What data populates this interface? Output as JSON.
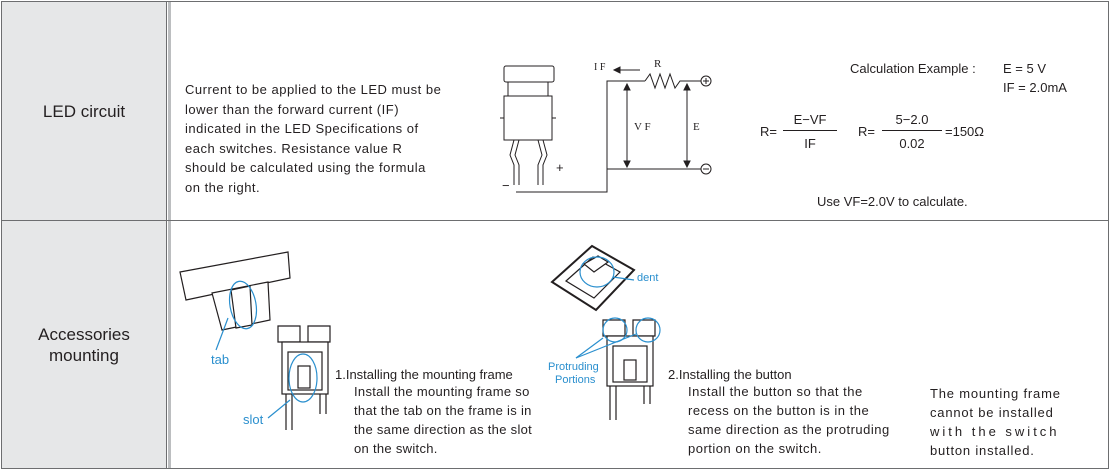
{
  "led_circuit": {
    "header": "LED circuit",
    "description": [
      "Current to be applied to the LED must be",
      "lower than the forward current (IF)",
      "indicated in the LED Specifications of",
      "each switches. Resistance value R",
      "should be calculated using the formula",
      "on the right."
    ],
    "diagram": {
      "if_label": "I F",
      "r_label": "R",
      "vf_label": "V F",
      "e_label": "E",
      "plus": "+",
      "minus": "−",
      "plus_terminal": "⊕",
      "minus_terminal": "⊖"
    },
    "calculation": {
      "title": "Calculation Example :",
      "e_value": "E = 5 V",
      "if_value": "IF = 2.0mA",
      "r1_lhs": "R=",
      "r1_num": "E−VF",
      "r1_den": "IF",
      "r2_lhs": "R=",
      "r2_num": "5−2.0",
      "r2_den": "0.02",
      "result": "=150Ω",
      "note": "Use VF=2.0V to calculate."
    }
  },
  "accessories": {
    "header_line1": "Accessories",
    "header_line2": "mounting",
    "labels": {
      "tab": "tab",
      "slot": "slot",
      "dent": "dent",
      "protruding1": "Protruding",
      "protruding2": "Portions"
    },
    "step1": {
      "title": "1.Installing the mounting frame",
      "lines": [
        "Install the mounting frame so",
        "that the tab on the frame is in",
        "the same direction as the slot",
        "on the switch."
      ]
    },
    "step2": {
      "title": "2.Installing the button",
      "lines": [
        "Install the button so that the",
        "recess on the button is in the",
        "same direction as the protruding",
        "portion on the switch."
      ]
    },
    "note": [
      "The mounting frame",
      "cannot be installed",
      "with the switch",
      "button installed."
    ]
  }
}
